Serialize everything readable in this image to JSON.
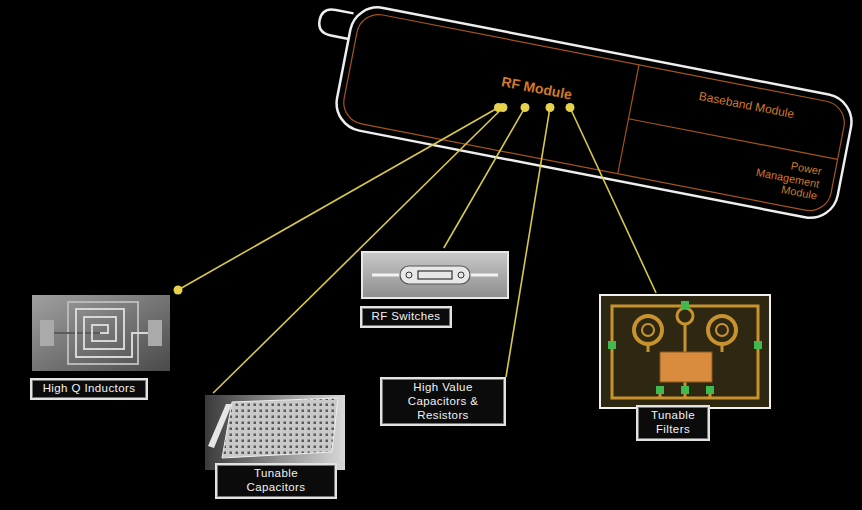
{
  "diagram": {
    "nodes": [
      {
        "text": [
          "RF Module"
        ]
      },
      {
        "text": [
          "Baseband Module"
        ]
      },
      {
        "text": [
          "Power Management Module"
        ]
      },
      {
        "text": [
          "High Q Inductors"
        ]
      },
      {
        "text": [
          "Tunable Capacitors"
        ]
      },
      {
        "text": [
          "RF Switches"
        ]
      },
      {
        "text": [
          "High Value Capacitors & Resistors"
        ]
      },
      {
        "text": [
          "Tunable Filters"
        ]
      }
    ],
    "edges": [
      {
        "from": 0,
        "to": 3,
        "arrow": "none"
      },
      {
        "from": 0,
        "to": 4,
        "arrow": "none"
      },
      {
        "from": 0,
        "to": 5,
        "arrow": "none"
      },
      {
        "from": 0,
        "to": 6,
        "arrow": "none"
      },
      {
        "from": 0,
        "to": 7,
        "arrow": "none"
      }
    ]
  }
}
